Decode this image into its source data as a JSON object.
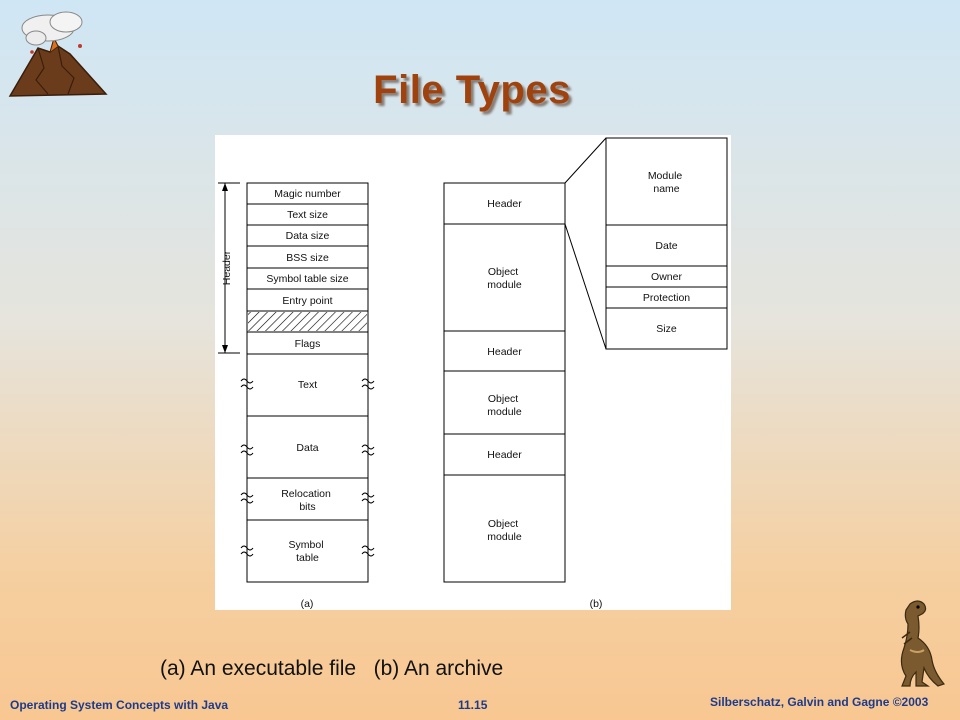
{
  "slide": {
    "title": "File Types",
    "caption": "(a) An executable file   (b) An archive",
    "footer_left": "Operating System Concepts with Java",
    "footer_center": "11.15",
    "footer_right": "Silberschatz, Galvin and Gagne ©2003",
    "logo_icon": "volcano-icon",
    "mascot_icon": "dinosaur-icon"
  },
  "diagram": {
    "header_label": "Header",
    "executable_fields": [
      "Magic number",
      "Text size",
      "Data size",
      "BSS size",
      "Symbol table size",
      "Entry point"
    ],
    "flags_label": "Flags",
    "text_label": "Text",
    "data_label": "Data",
    "relocation_label": [
      "Relocation",
      "bits"
    ],
    "symbol_label": [
      "Symbol",
      "table"
    ],
    "archive_header": "Header",
    "object_module": [
      "Object",
      "module"
    ],
    "header_fields": {
      "module_name": [
        "Module",
        "name"
      ],
      "date": "Date",
      "owner": "Owner",
      "protection": "Protection",
      "size": "Size"
    },
    "sub_a": "(a)",
    "sub_b": "(b)"
  }
}
